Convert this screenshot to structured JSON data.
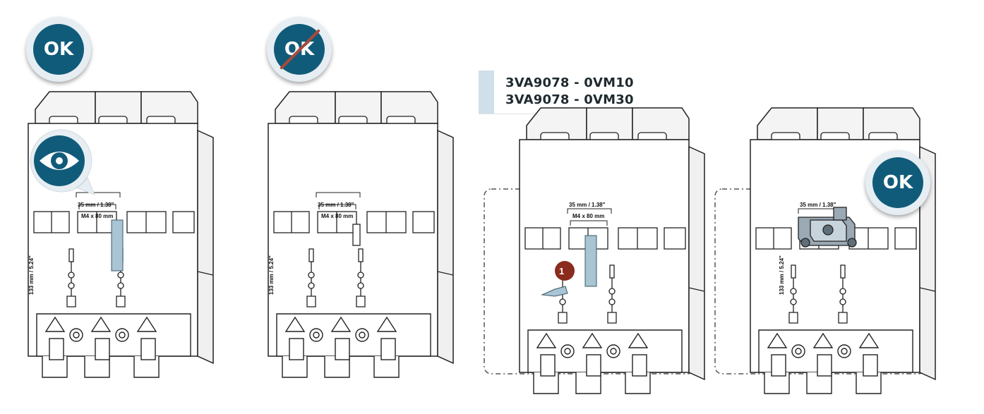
{
  "badges": {
    "ok_label": "OK"
  },
  "products": [
    "3VA9078 - 0VM10",
    "3VA9078 - 0VM30"
  ],
  "dimensions": {
    "width_label": "35 mm / 1.38\"",
    "screw_label": "M4 x 80 mm",
    "height_label": "133 mm / 5.24\""
  },
  "step_number": "1",
  "colors": {
    "ok_blue": "#115b7a",
    "highlight_bar": "#a9c4d2",
    "step_red": "#8b2b1d",
    "strike": "#a84a3c"
  }
}
